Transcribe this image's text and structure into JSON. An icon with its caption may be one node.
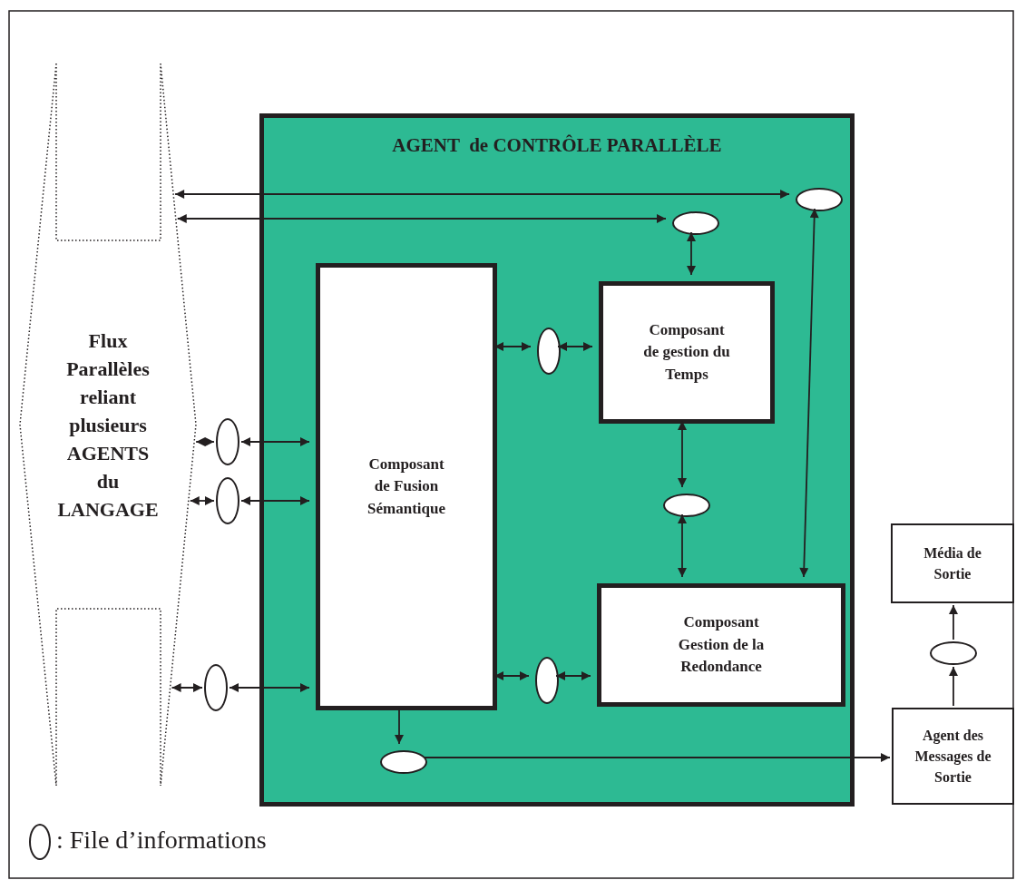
{
  "diagram": {
    "nodes": [
      {
        "text": [
          "Flux Parallèles reliant plusieurs AGENTS du LANGAGE"
        ]
      },
      {
        "text": [
          "AGENT  de CONTRÔLE PARALLÈLE"
        ]
      },
      {
        "text": [],
        "shape": "ellipse",
        "in": 1
      },
      {
        "text": [],
        "shape": "ellipse",
        "in": 1
      },
      {
        "text": [
          "Composant de Fusion Sémantique"
        ],
        "in": 1
      },
      {
        "text": [],
        "shape": "ellipse",
        "in": 1
      },
      {
        "text": [
          "Composant de gestion du Temps"
        ],
        "in": 1
      },
      {
        "text": [],
        "shape": "ellipse"
      },
      {
        "text": [],
        "shape": "ellipse"
      },
      {
        "text": [],
        "shape": "ellipse",
        "in": 1
      },
      {
        "text": [
          "Composant Gestion de la Redondance"
        ],
        "in": 1
      },
      {
        "text": [],
        "shape": "ellipse"
      },
      {
        "text": [],
        "shape": "ellipse",
        "in": 1
      },
      {
        "text": [],
        "shape": "ellipse",
        "in": 1
      },
      {
        "text": [
          "Média de Sortie"
        ]
      },
      {
        "text": [],
        "shape": "ellipse"
      },
      {
        "text": [
          "Agent des Messages de Sortie"
        ]
      }
    ],
    "edges": [
      {
        "from": 0,
        "to": 2,
        "arrow": "both"
      },
      {
        "from": 0,
        "to": 3,
        "arrow": "both"
      },
      {
        "from": 3,
        "to": 6,
        "arrow": "both"
      },
      {
        "from": 2,
        "to": 10,
        "arrow": "both"
      },
      {
        "from": 4,
        "to": 5,
        "arrow": "both"
      },
      {
        "from": 5,
        "to": 6,
        "arrow": "both"
      },
      {
        "from": 0,
        "to": 7,
        "arrow": "both"
      },
      {
        "from": 7,
        "to": 4,
        "arrow": "both"
      },
      {
        "from": 0,
        "to": 8,
        "arrow": "both"
      },
      {
        "from": 8,
        "to": 4,
        "arrow": "both"
      },
      {
        "from": 6,
        "to": 9,
        "arrow": "both"
      },
      {
        "from": 9,
        "to": 10,
        "arrow": "both"
      },
      {
        "from": 0,
        "to": 11,
        "arrow": "both"
      },
      {
        "from": 11,
        "to": 4,
        "arrow": "both"
      },
      {
        "from": 4,
        "to": 12,
        "arrow": "both"
      },
      {
        "from": 12,
        "to": 10,
        "arrow": "both"
      },
      {
        "from": 4,
        "to": 13,
        "arrow": "to"
      },
      {
        "from": 13,
        "to": 16,
        "arrow": "to"
      },
      {
        "from": 16,
        "to": 15,
        "arrow": "to"
      },
      {
        "from": 15,
        "to": 14,
        "arrow": "to"
      }
    ],
    "legend": [
      {
        "text": ": File d’informations"
      }
    ]
  }
}
